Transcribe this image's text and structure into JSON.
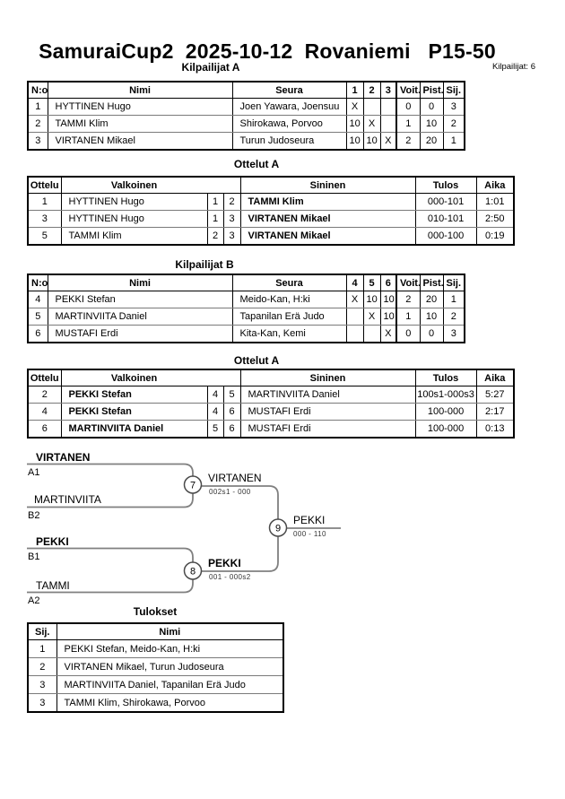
{
  "page": {
    "title": "SamuraiCup2  2025-10-12  Rovaniemi   P15-50",
    "competitors_count_label": "Kilpailijat: 6"
  },
  "kilpailijat_a": {
    "title": "Kilpailijat A",
    "headers": [
      "N:o",
      "Nimi",
      "Seura",
      "1",
      "2",
      "3",
      "Voit.",
      "Pist.",
      "Sij."
    ],
    "rows": [
      [
        "1",
        "HYTTINEN Hugo",
        "Joen Yawara, Joensuu",
        "X",
        "",
        "",
        "0",
        "0",
        "3"
      ],
      [
        "2",
        "TAMMI Klim",
        "Shirokawa, Porvoo",
        "10",
        "X",
        "",
        "1",
        "10",
        "2"
      ],
      [
        "3",
        "VIRTANEN Mikael",
        "Turun Judoseura",
        "10",
        "10",
        "X",
        "2",
        "20",
        "1"
      ]
    ]
  },
  "ottelut_a1": {
    "title": "Ottelut A",
    "headers": [
      "Ottelu",
      "Valkoinen",
      "Sininen",
      "Tulos",
      "Aika"
    ],
    "rows": [
      [
        "1",
        "HYTTINEN Hugo",
        "1",
        "2",
        "TAMMI Klim",
        "000-101",
        "1:01"
      ],
      [
        "3",
        "HYTTINEN Hugo",
        "1",
        "3",
        "VIRTANEN Mikael",
        "010-101",
        "2:50"
      ],
      [
        "5",
        "TAMMI Klim",
        "2",
        "3",
        "VIRTANEN Mikael",
        "000-100",
        "0:19"
      ]
    ]
  },
  "kilpailijat_b": {
    "title": "Kilpailijat B",
    "headers": [
      "N:o",
      "Nimi",
      "Seura",
      "4",
      "5",
      "6",
      "Voit.",
      "Pist.",
      "Sij."
    ],
    "rows": [
      [
        "4",
        "PEKKI Stefan",
        "Meido-Kan, H:ki",
        "X",
        "10",
        "10",
        "2",
        "20",
        "1"
      ],
      [
        "5",
        "MARTINVIITA Daniel",
        "Tapanilan Erä Judo",
        "",
        "X",
        "10",
        "1",
        "10",
        "2"
      ],
      [
        "6",
        "MUSTAFI Erdi",
        "Kita-Kan, Kemi",
        "",
        "",
        "X",
        "0",
        "0",
        "3"
      ]
    ]
  },
  "ottelut_a2": {
    "title": "Ottelut A",
    "headers": [
      "Ottelu",
      "Valkoinen",
      "Sininen",
      "Tulos",
      "Aika"
    ],
    "rows": [
      [
        "2",
        "PEKKI Stefan",
        "4",
        "5",
        "MARTINVIITA Daniel",
        "100s1-000s3",
        "5:27"
      ],
      [
        "4",
        "PEKKI Stefan",
        "4",
        "6",
        "MUSTAFI Erdi",
        "100-000",
        "2:17"
      ],
      [
        "6",
        "MARTINVIITA Daniel",
        "5",
        "6",
        "MUSTAFI Erdi",
        "100-000",
        "0:13"
      ]
    ]
  },
  "bracket": {
    "entries": [
      {
        "name": "VIRTANEN",
        "seed": "A1"
      },
      {
        "name": "MARTINVIITA",
        "seed": "B2"
      },
      {
        "name": "PEKKI",
        "seed": "B1"
      },
      {
        "name": "TAMMI",
        "seed": "A2"
      }
    ],
    "matches": [
      {
        "number": "7",
        "winner": "VIRTANEN",
        "score": "002s1 - 000"
      },
      {
        "number": "8",
        "winner": "PEKKI",
        "score": "001 - 000s2"
      },
      {
        "number": "9",
        "winner": "PEKKI",
        "score": "000 - 110"
      }
    ]
  },
  "tulokset": {
    "title": "Tulokset",
    "headers": [
      "Sij.",
      "Nimi"
    ],
    "rows": [
      [
        "1",
        "PEKKI Stefan, Meido-Kan, H:ki"
      ],
      [
        "2",
        "VIRTANEN Mikael, Turun Judoseura"
      ],
      [
        "3",
        "MARTINVIITA Daniel, Tapanilan Erä Judo"
      ],
      [
        "3",
        "TAMMI Klim, Shirokawa, Porvoo"
      ]
    ]
  },
  "colors": {
    "bracket_line": "#808080",
    "row_divider": "#7a7a7a"
  }
}
